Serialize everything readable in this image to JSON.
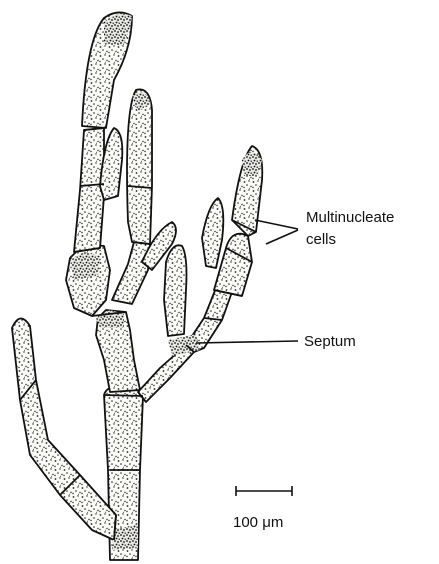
{
  "labels": {
    "multinucleate": "Multinucleate",
    "cells": "cells",
    "septum": "Septum",
    "scale": "100 μm"
  },
  "colors": {
    "ink": "#111111",
    "cell_fill": "#fbfbf8",
    "stipple": "#222222"
  }
}
